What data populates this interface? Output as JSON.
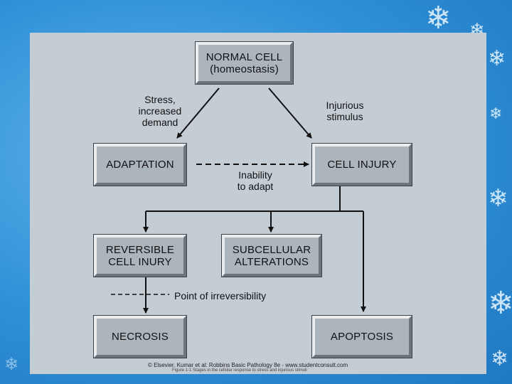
{
  "nodes": {
    "normal_cell": "NORMAL CELL\n(homeostasis)",
    "adaptation": "ADAPTATION",
    "cell_injury": "CELL INJURY",
    "reversible": "REVERSIBLE\nCELL INURY",
    "subcellular": "SUBCELLULAR\nALTERATIONS",
    "necrosis": "NECROSIS",
    "apoptosis": "APOPTOSIS"
  },
  "labels": {
    "stress": "Stress,\nincreased\ndemand",
    "injurious": "Injurious\nstimulus",
    "inability": "Inability\nto adapt",
    "irreversibility": "Point of irreversibility"
  },
  "credit": {
    "line1": "© Elsevier. Kumar et al: Robbins Basic Pathology 8e - www.studentconsult.com",
    "line2": "Figure 1-1 Stages in the cellular response to stress and injurious stimuli"
  },
  "colors": {
    "background": "#2f8fd6",
    "slide": "#c5cdd4",
    "box": "#adb5bc"
  },
  "decorations": [
    "snowflake-icon"
  ]
}
